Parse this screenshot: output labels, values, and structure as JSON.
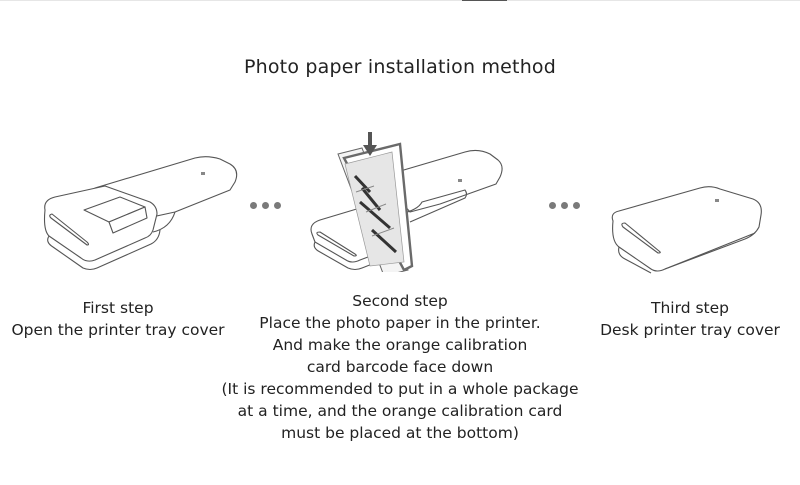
{
  "title": "Photo paper installation method",
  "steps": [
    {
      "heading": "First step",
      "lines": [
        "Open the printer tray cover"
      ],
      "illustration": "printer-tray-open-icon"
    },
    {
      "heading": "Second step",
      "lines": [
        "Place the photo paper in the printer.",
        "And make the orange calibration",
        "card barcode face down",
        "(It is recommended to put in a whole package",
        "at a time, and the orange calibration card",
        "must be placed at the bottom)"
      ],
      "illustration": "insert-photo-paper-icon"
    },
    {
      "heading": "Third step",
      "lines": [
        "Desk printer tray cover"
      ],
      "illustration": "printer-closed-icon"
    }
  ],
  "separators": [
    "ellipsis-dots-icon",
    "ellipsis-dots-icon"
  ],
  "colors": {
    "line": "#555555",
    "dots": "#7a7a7a",
    "paper_edge": "#6a6a6a"
  }
}
